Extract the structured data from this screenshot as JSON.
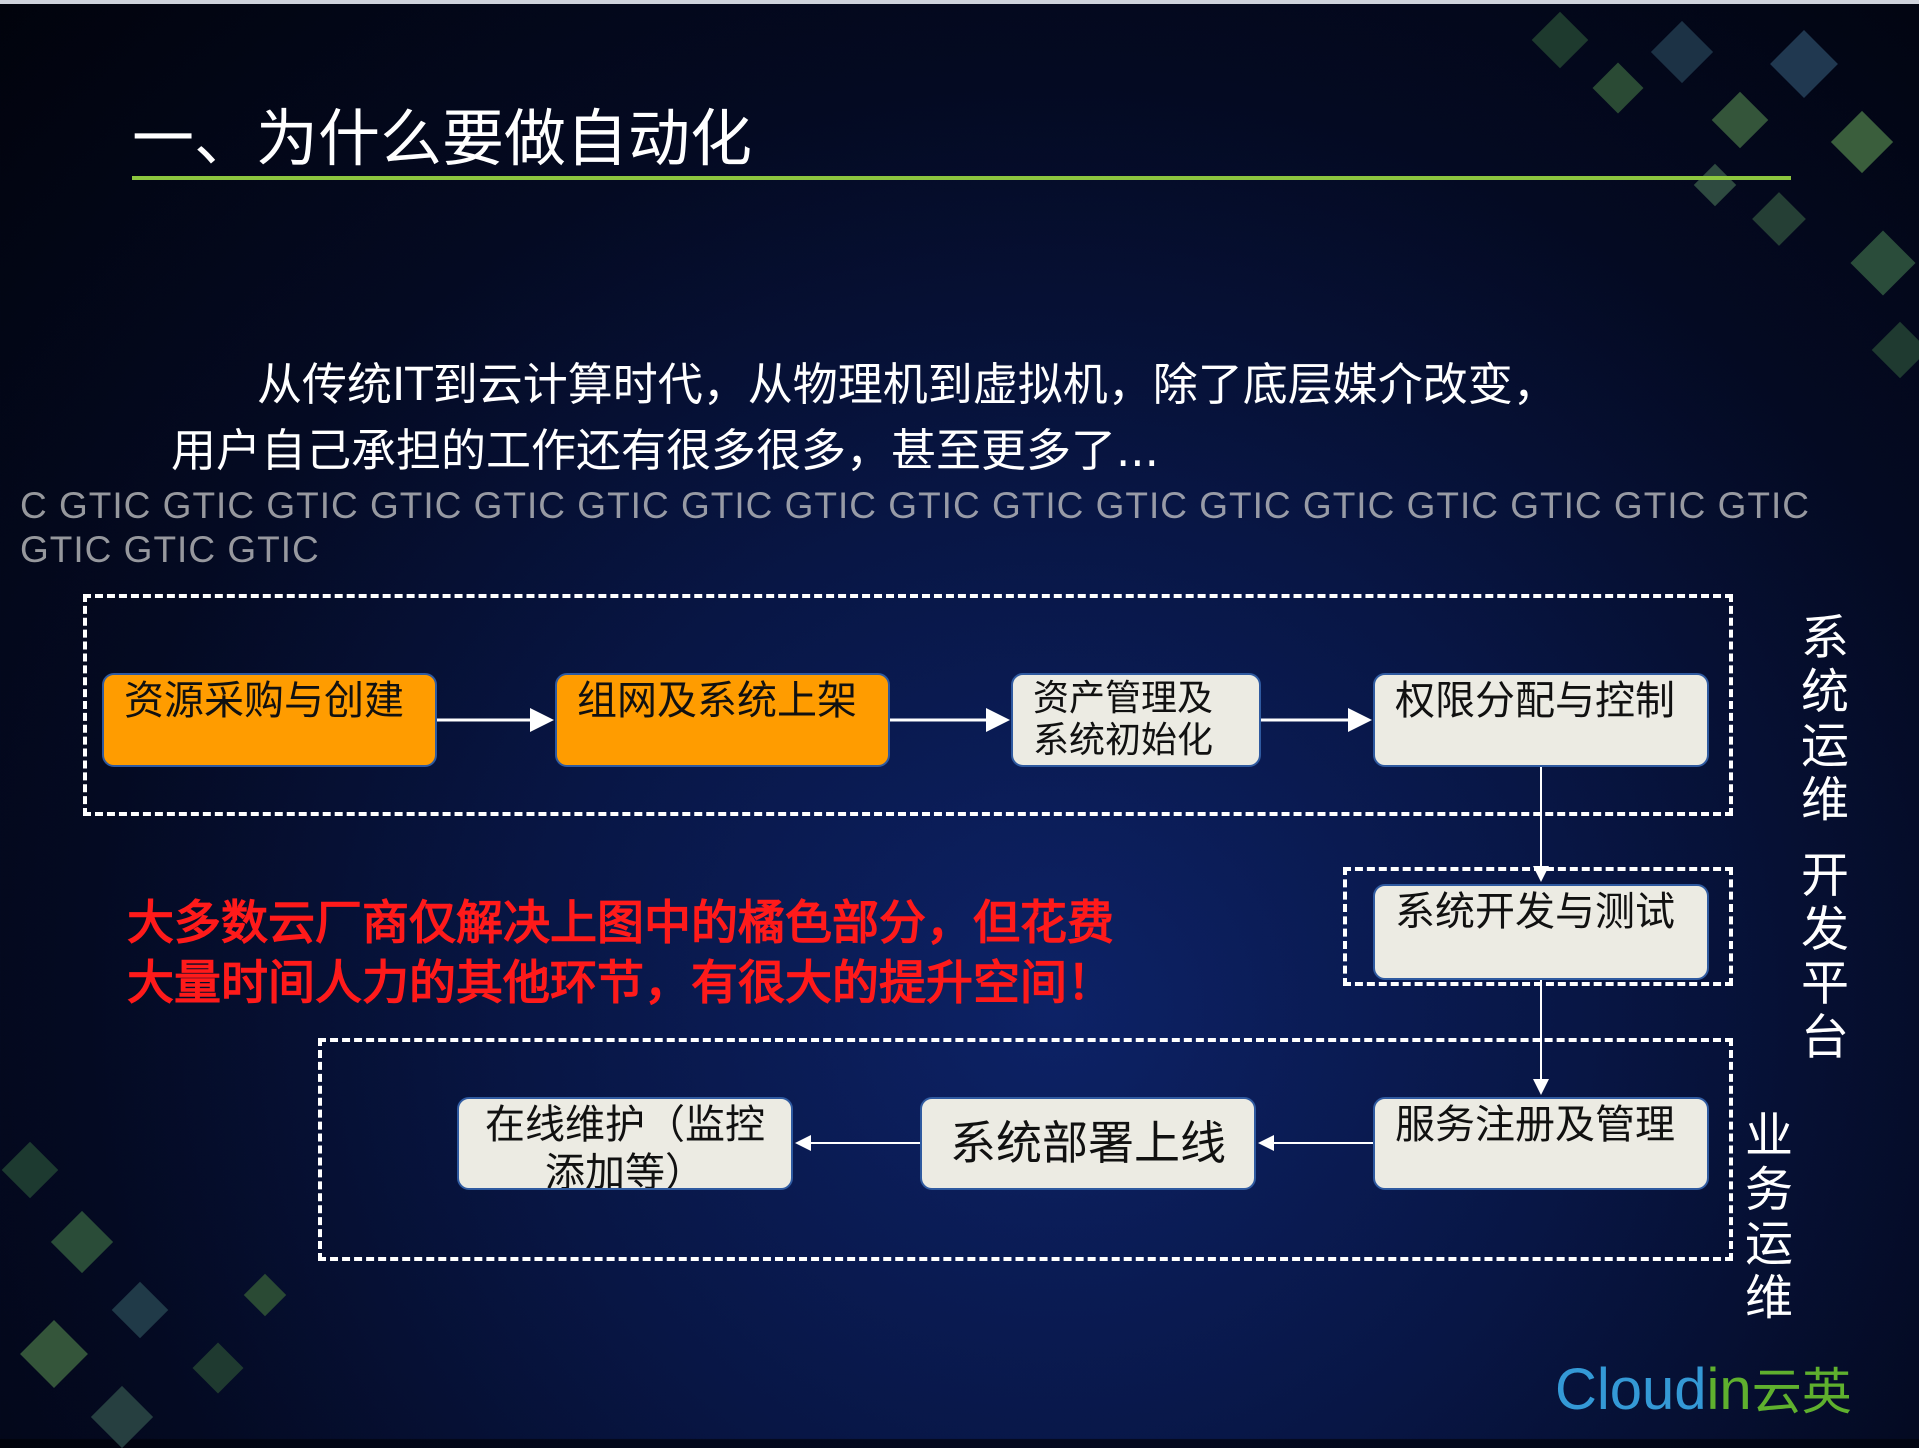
{
  "title": "一、为什么要做自动化",
  "intro": {
    "line1": "从传统IT到云计算时代，从物理机到虚拟机，除了底层媒介改变，",
    "line2": "用户自己承担的工作还有很多很多，甚至更多了..."
  },
  "watermark": "C GTIC GTIC GTIC GTIC GTIC GTIC GTIC GTIC GTIC GTIC GTIC GTIC GTIC GTIC GTIC GTIC GTIC GTIC GTIC GTIC",
  "flow": {
    "steps": [
      "资源采购与创建",
      "组网及系统上架",
      "资产管理及系统初始化",
      "权限分配与控制",
      "系统开发与测试",
      "服务注册及管理",
      "系统部署上线",
      "在线维护（监控添加等）"
    ],
    "highlight_color": "#ff9c00"
  },
  "groups": {
    "sysops_dev": "系统运维 开发平台",
    "bizops": "业务运维"
  },
  "callout": {
    "line1": "大多数云厂商仅解决上图中的橘色部分，但花费",
    "line2": "大量时间人力的其他环节，有很大的提升空间！",
    "color": "#ff1a1a"
  },
  "logo": {
    "part1": "Cloud",
    "part2": "in",
    "part3": "云英"
  }
}
